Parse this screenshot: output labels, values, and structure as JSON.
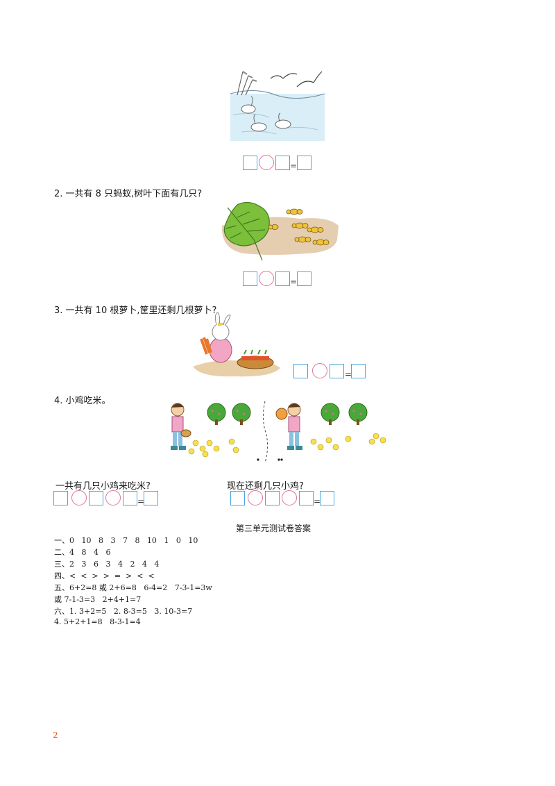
{
  "questions": {
    "q2": "2. 一共有 8 只蚂蚁,树叶下面有几只?",
    "q3": "3. 一共有 10 根萝卜,筐里还剩几根萝卜?",
    "q4": "4. 小鸡吃米。",
    "q4a": "一共有几只小鸡来吃米?",
    "q4b": "现在还剩几只小鸡?"
  },
  "equals": "=",
  "answers": {
    "title": "第三单元测试卷答案",
    "lines": [
      "一、0   10   8   3   7   8   10   1   0   10",
      "二、4   8   4   6",
      "三、2   3   6   3   4   2   4   4",
      "四、<  <  >  >  =  >  <  <",
      "五、6+2=8 或 2+6=8   6-4=2   7-3-1=3w",
      "或 7-1-3=3   2+4+1=7",
      "六、1. 3+2=5   2. 8-3=5   3. 10-3=7",
      "4. 5+2+1=8   8-3-1=4"
    ]
  },
  "page_number": "2",
  "colors": {
    "box": "#4aa6dc",
    "circle": "#e0739a",
    "page_number": "#e05a28"
  }
}
